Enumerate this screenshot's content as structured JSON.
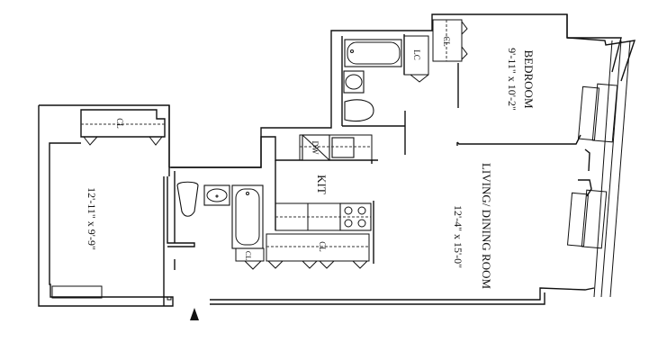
{
  "plan": {
    "rooms": [
      {
        "id": "bedroom",
        "name": "BEDROOM",
        "dims": "9'-11\" x 10'-2\""
      },
      {
        "id": "living",
        "name": "LIVING/ DINING ROOM",
        "dims": "12'-4\" x 15'-0\""
      },
      {
        "id": "second-room",
        "name": "",
        "dims": "12'-11\" x 9'-9\""
      },
      {
        "id": "kitchen",
        "name": "KIT",
        "dims": ""
      }
    ],
    "labels": {
      "closet": "CL",
      "linen_closet": "LC",
      "dishwasher": "DW"
    },
    "entry_marker": "entry-arrow",
    "colors": {
      "line": "#111111",
      "background": "#ffffff"
    }
  }
}
